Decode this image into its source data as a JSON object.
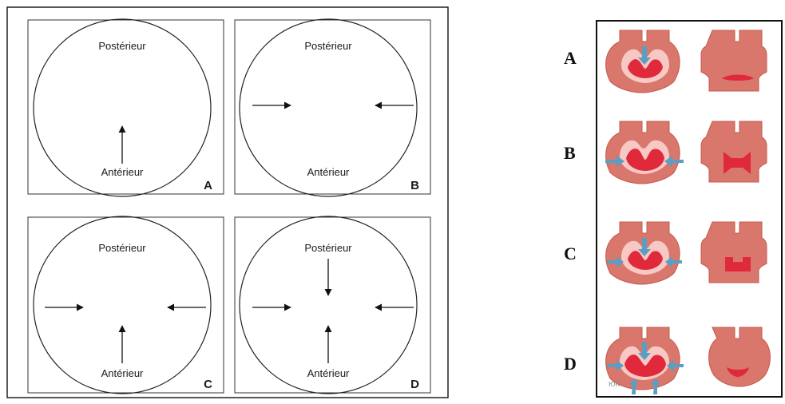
{
  "left_figure": {
    "panels": [
      {
        "letter": "A",
        "top_label": "Postérieur",
        "bottom_label": "Antérieur"
      },
      {
        "letter": "B",
        "top_label": "Postérieur",
        "bottom_label": "Antérieur"
      },
      {
        "letter": "C",
        "top_label": "Postérieur",
        "bottom_label": "Antérieur"
      },
      {
        "letter": "D",
        "top_label": "Postérieur",
        "bottom_label": "Antérieur"
      }
    ]
  },
  "right_figure": {
    "rows": [
      {
        "letter": "A"
      },
      {
        "letter": "B"
      },
      {
        "letter": "C"
      },
      {
        "letter": "D"
      }
    ],
    "corner_mark": "ЮК",
    "colors": {
      "tissue": "#d9776c",
      "tissue_dark": "#c4584c",
      "core": "#e02a3c",
      "halo": "#f7c8c4",
      "arrow": "#5a9ec4"
    }
  }
}
